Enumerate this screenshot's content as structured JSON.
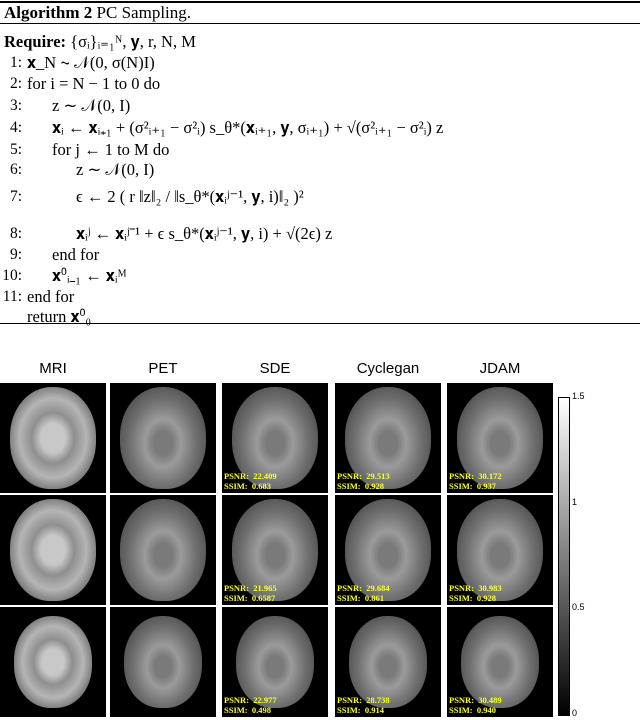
{
  "algorithm": {
    "label": "Algorithm 2",
    "title": "PC Sampling.",
    "require_label": "Require:",
    "require": "{σᵢ}ᵢ₌₁ᴺ, 𝐲, r, N, M",
    "lines": [
      {
        "n": "1:",
        "text": "𝐱_N ∼ 𝒩(0, σ(N)I)"
      },
      {
        "n": "2:",
        "text": "for i = N − 1 to 0 do"
      },
      {
        "n": "3:",
        "text": "z ∼ 𝒩(0, I)"
      },
      {
        "n": "4:",
        "text": "𝐱ᵢ ← 𝐱ᵢ₊₁ + (σ²ᵢ₊₁ − σ²ᵢ) s_θ*(𝐱ᵢ₊₁, 𝐲, σᵢ₊₁) + √(σ²ᵢ₊₁ − σ²ᵢ) z"
      },
      {
        "n": "5:",
        "text": "for j ← 1 to M do"
      },
      {
        "n": "6:",
        "text": "z ∼ 𝒩(0, I)"
      },
      {
        "n": "7:",
        "text": "ϵ ← 2 ( r ‖z‖₂ / ‖s_θ*(𝐱ᵢʲ⁻¹, 𝐲, i)‖₂ )²"
      },
      {
        "n": "8:",
        "text": "𝐱ᵢʲ ← 𝐱ᵢʲ⁻¹ + ϵ s_θ*(𝐱ᵢʲ⁻¹, 𝐲, i) + √(2ϵ) z"
      },
      {
        "n": "9:",
        "text": "end for"
      },
      {
        "n": "10:",
        "text": "𝐱⁰ᵢ₋₁ ← 𝐱ᵢᴹ"
      },
      {
        "n": "11:",
        "text": "end for"
      },
      {
        "n": "",
        "text": "return 𝐱⁰₀"
      }
    ]
  },
  "figure": {
    "columns": [
      "MRI",
      "PET",
      "SDE",
      "Cyclegan",
      "JDAM"
    ],
    "psnr_label": "PSNR:",
    "ssim_label": "SSIM:",
    "rows": [
      {
        "SDE": {
          "psnr": "22.409",
          "ssim": "0.683"
        },
        "Cyclegan": {
          "psnr": "29.513",
          "ssim": "0.928"
        },
        "JDAM": {
          "psnr": "30.172",
          "ssim": "0.937"
        }
      },
      {
        "SDE": {
          "psnr": "21.965",
          "ssim": "0.6587"
        },
        "Cyclegan": {
          "psnr": "29.684",
          "ssim": "0.861"
        },
        "JDAM": {
          "psnr": "30.983",
          "ssim": "0.928"
        }
      },
      {
        "SDE": {
          "psnr": "22.977",
          "ssim": "0.498"
        },
        "Cyclegan": {
          "psnr": "28.738",
          "ssim": "0.914"
        },
        "JDAM": {
          "psnr": "30.489",
          "ssim": "0.940"
        }
      }
    ],
    "colorbar": {
      "ticks": [
        "1.5",
        "1",
        "0.5",
        "0"
      ],
      "range": [
        0,
        1.5
      ],
      "colormap": "gray"
    }
  }
}
